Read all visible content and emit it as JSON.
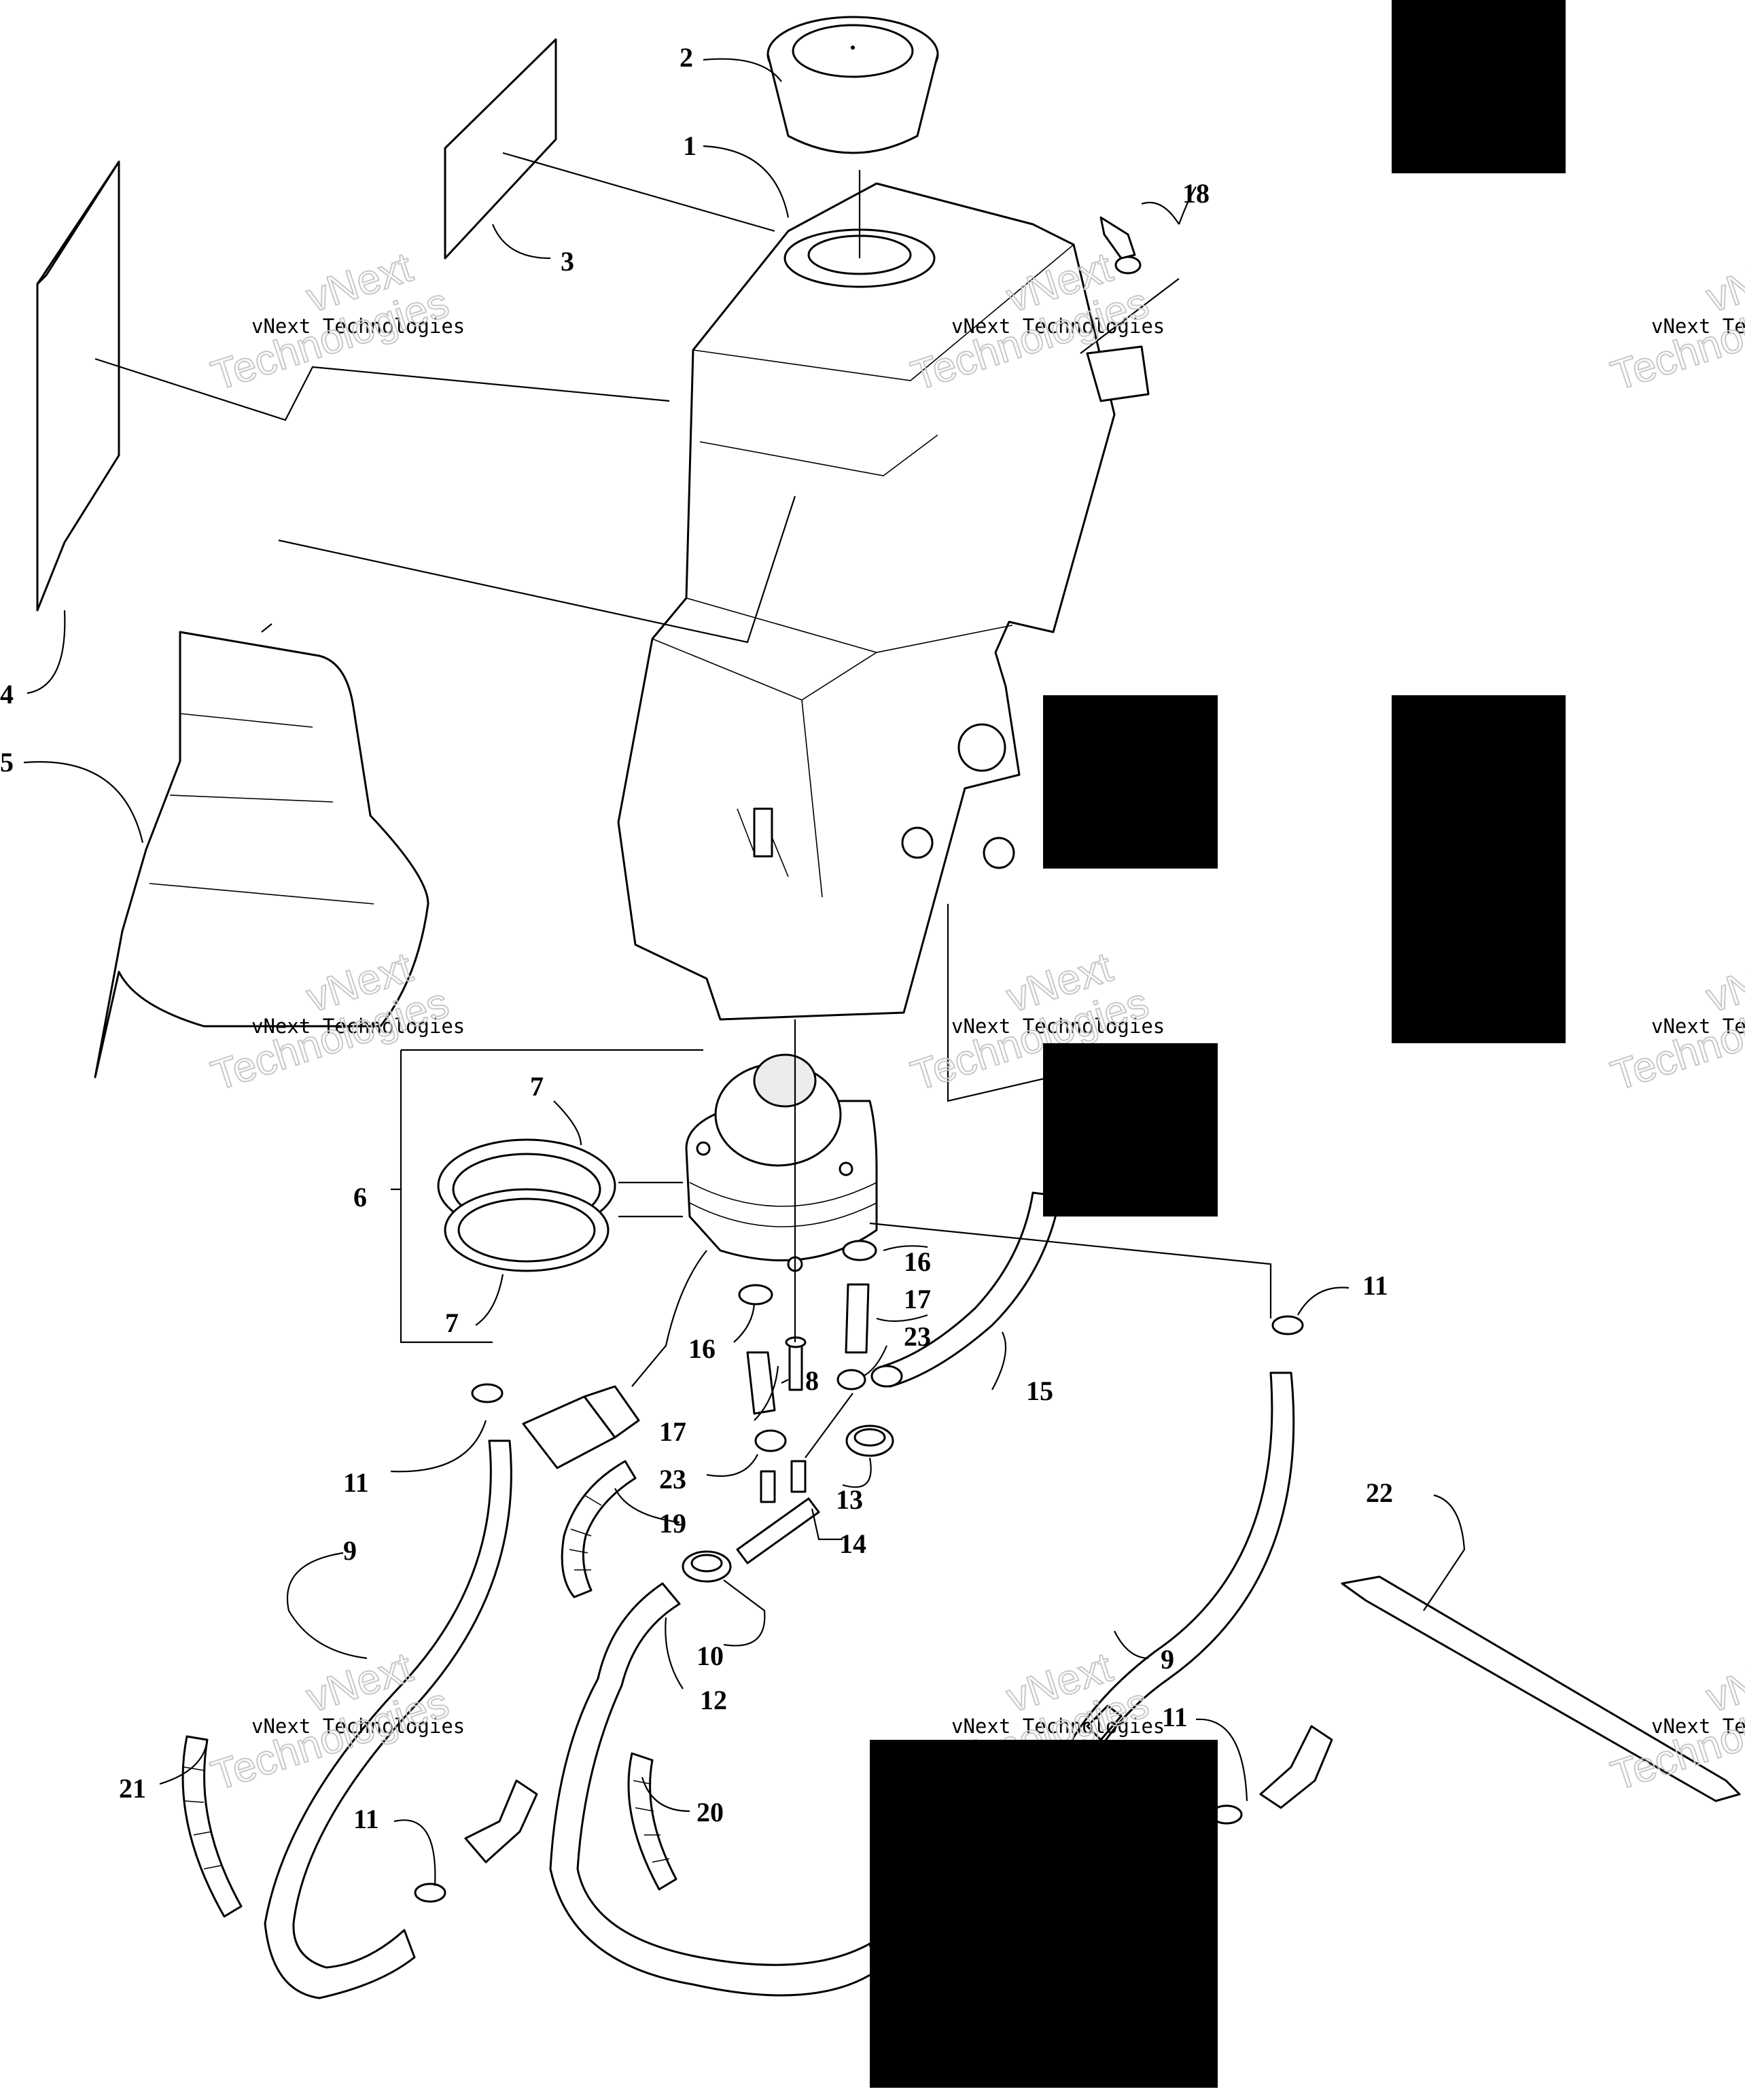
{
  "diagram": {
    "type": "exploded-parts-diagram",
    "callouts": [
      {
        "id": "c1",
        "label": "1"
      },
      {
        "id": "c2",
        "label": "2"
      },
      {
        "id": "c3",
        "label": "3"
      },
      {
        "id": "c4",
        "label": "4"
      },
      {
        "id": "c5",
        "label": "5"
      },
      {
        "id": "c6",
        "label": "6"
      },
      {
        "id": "c7a",
        "label": "7"
      },
      {
        "id": "c7b",
        "label": "7"
      },
      {
        "id": "c8",
        "label": "8"
      },
      {
        "id": "c9a",
        "label": "9"
      },
      {
        "id": "c9b",
        "label": "9"
      },
      {
        "id": "c10",
        "label": "10"
      },
      {
        "id": "c11a",
        "label": "11"
      },
      {
        "id": "c11b",
        "label": "11"
      },
      {
        "id": "c11c",
        "label": "11"
      },
      {
        "id": "c11d",
        "label": "11"
      },
      {
        "id": "c12",
        "label": "12"
      },
      {
        "id": "c13",
        "label": "13"
      },
      {
        "id": "c14",
        "label": "14"
      },
      {
        "id": "c15",
        "label": "15"
      },
      {
        "id": "c16a",
        "label": "16"
      },
      {
        "id": "c16b",
        "label": "16"
      },
      {
        "id": "c17a",
        "label": "17"
      },
      {
        "id": "c17b",
        "label": "17"
      },
      {
        "id": "c18",
        "label": "18"
      },
      {
        "id": "c19",
        "label": "19"
      },
      {
        "id": "c20",
        "label": "20"
      },
      {
        "id": "c21",
        "label": "21"
      },
      {
        "id": "c22",
        "label": "22"
      },
      {
        "id": "c23a",
        "label": "23"
      },
      {
        "id": "c23b",
        "label": "23"
      }
    ],
    "watermark": {
      "line1": "vNext Technologies",
      "line2": "vNext",
      "line3": "Technologies"
    }
  }
}
